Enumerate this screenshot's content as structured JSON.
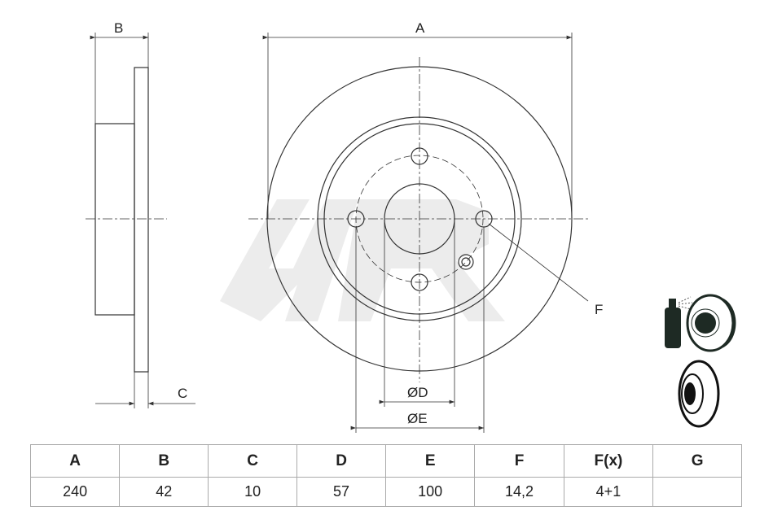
{
  "drawing": {
    "labels": {
      "A": "A",
      "B": "B",
      "C": "C",
      "D": "ØD",
      "E": "ØE",
      "F": "F"
    },
    "line_color": "#333333"
  },
  "table": {
    "headers": [
      "A",
      "B",
      "C",
      "D",
      "E",
      "F",
      "F(x)",
      "G"
    ],
    "values": [
      "240",
      "42",
      "10",
      "57",
      "100",
      "14,2",
      "4+1",
      ""
    ]
  }
}
